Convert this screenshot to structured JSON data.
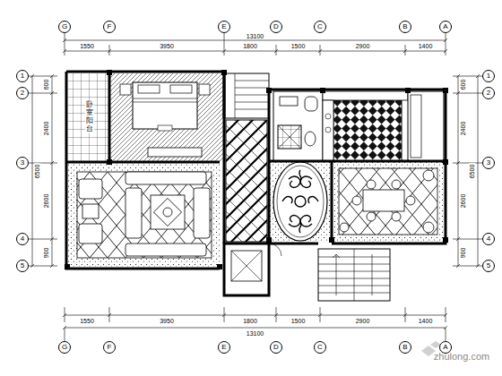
{
  "diagram": {
    "nodes": [
      {
        "text": [
          "G"
        ]
      },
      {
        "text": [
          "F"
        ]
      },
      {
        "text": [
          "E"
        ]
      },
      {
        "text": [
          "D"
        ]
      },
      {
        "text": [
          "C"
        ]
      },
      {
        "text": [
          "B"
        ]
      },
      {
        "text": [
          "A"
        ]
      },
      {
        "text": [
          "1"
        ]
      },
      {
        "text": [
          "2"
        ]
      },
      {
        "text": [
          "3"
        ]
      },
      {
        "text": [
          "4"
        ]
      },
      {
        "text": [
          "5"
        ]
      },
      {
        "text": [
          "1"
        ]
      },
      {
        "text": [
          "2"
        ]
      },
      {
        "text": [
          "3"
        ]
      },
      {
        "text": [
          "4"
        ]
      },
      {
        "text": [
          "5"
        ]
      },
      {
        "text": [
          "G"
        ]
      },
      {
        "text": [
          "F"
        ]
      },
      {
        "text": [
          "E"
        ]
      },
      {
        "text": [
          "D"
        ]
      },
      {
        "text": [
          "C"
        ]
      },
      {
        "text": [
          "B"
        ]
      },
      {
        "text": [
          "A"
        ]
      }
    ],
    "labels": [
      "13100",
      "1550",
      "3950",
      "1800",
      "1500",
      "2900",
      "1400",
      "6500",
      "600",
      "2400",
      "2600",
      "900",
      "6500",
      "600",
      "2400",
      "2600",
      "900",
      "13100",
      "1550",
      "3950",
      "1800",
      "1500",
      "2900",
      "1400",
      "卧室阳台",
      "zhulong.com"
    ]
  }
}
